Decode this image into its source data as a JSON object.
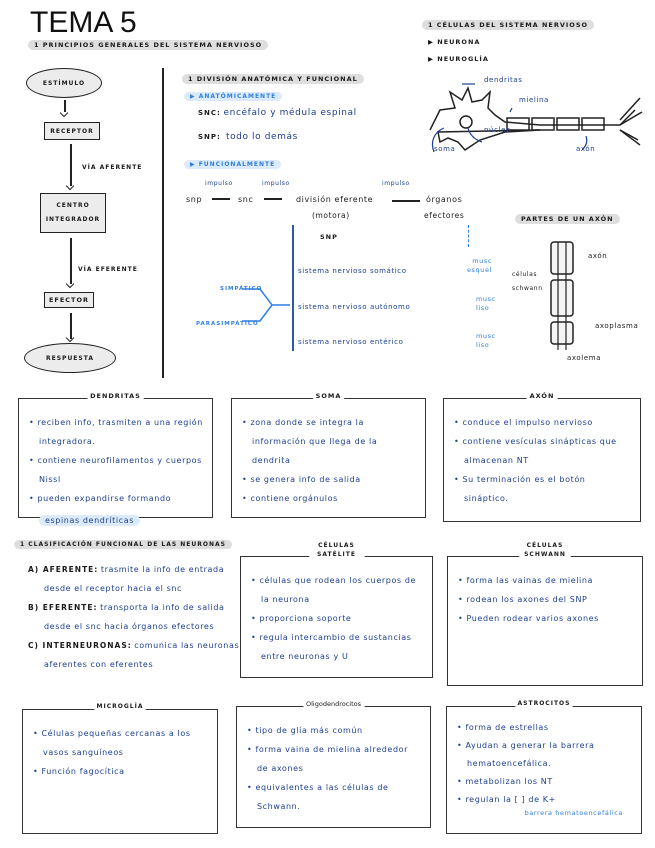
{
  "title": "TEMA 5",
  "principios": {
    "heading": "1 Principios generales del sistema nervioso",
    "flow": {
      "nodes": [
        "Estímulo",
        "Receptor",
        "Centro integrador",
        "Efector",
        "Respuesta"
      ],
      "via_aferente": "Vía aferente",
      "via_eferente": "Vía eferente"
    }
  },
  "celulas": {
    "heading": "1 Células del sistema nervioso",
    "items": [
      "Neurona",
      "Neuroglía"
    ],
    "neuron_labels": {
      "dendritas": "Dendritas",
      "mielina": "Mielina",
      "nucleo": "Núcleo",
      "soma": "Soma",
      "axon": "Axón"
    }
  },
  "division": {
    "heading": "1 División anatómica y funcional",
    "anatomicamente": {
      "label": "Anatómicamente",
      "snc_key": "SNC:",
      "snc_val": "encéfalo y médula espinal",
      "snp_key": "SNP:",
      "snp_val": "Todo lo demás"
    },
    "funcionalmente": {
      "label": "Funcionalmente",
      "impulso": "impulso",
      "chain": [
        "SNP",
        "SNC",
        "División eferente",
        "Órganos"
      ],
      "motora": "(motora)",
      "efectores": "efectores",
      "snp": "SNP",
      "systems": [
        {
          "name": "Sistema nervioso somático",
          "target": "musc esquel"
        },
        {
          "name": "Sistema nervioso autónomo",
          "target": "musc liso"
        },
        {
          "name": "Sistema nervioso entérico",
          "target": "musc liso"
        }
      ],
      "simpatico": "Simpático",
      "parasimpatico": "Parasimpático"
    }
  },
  "axon_parts": {
    "heading": "Partes de un axón",
    "labels": {
      "axon": "Axón",
      "celulas_schwann": "células Schwann",
      "axoplasma": "Axoplasma",
      "axolema": "Axolema"
    }
  },
  "boxes_row1": [
    {
      "title": "Dendritas",
      "items": [
        "reciben info, trasmiten a una región integradora.",
        "contiene neurofilamentos y cuerpos Nissl",
        "pueden expandirse formando"
      ],
      "highlight": "espinas dendríticas"
    },
    {
      "title": "Soma",
      "items": [
        "zona donde se integra la información que llega de la dendrita",
        "se genera info de salida",
        "contiene orgánulos"
      ]
    },
    {
      "title": "Axón",
      "items": [
        "conduce el impulso nervioso",
        "contiene vesículas sinápticas que almacenan NT",
        "Su terminación es el botón sináptico."
      ]
    }
  ],
  "clasificacion": {
    "heading": "1 Clasificación funcional de las neuronas",
    "items": [
      {
        "key": "a) Aferente:",
        "text": "trasmite la info de entrada desde el receptor hacia el SNC"
      },
      {
        "key": "b) Eferente:",
        "text": "transporta la info de salida desde el SNC hacia órganos efectores"
      },
      {
        "key": "c) Interneuronas:",
        "text": "comunica las neuronas aferentes con eferentes"
      }
    ]
  },
  "boxes_row2": [
    {
      "title": "Células satélite",
      "items": [
        "células que rodean los cuerpos de la neurona",
        "proporciona soporte",
        "regula intercambio de sustancias entre neuronas y U"
      ]
    },
    {
      "title": "Células Schwann",
      "items": [
        "forma las vainas de mielina",
        "rodean los axones del SNP",
        "Pueden rodear varios axones"
      ]
    }
  ],
  "boxes_row3": [
    {
      "title": "Microglía",
      "items": [
        "Células pequeñas cercanas a los vasos sanguíneos",
        "Función fagocítica"
      ]
    },
    {
      "title": "Oligodendrocitos",
      "items": [
        "tipo de glía más común",
        "forma vaina de mielina alrededor de axones",
        "equivalentes a las células de Schwann."
      ]
    },
    {
      "title": "Astrocitos",
      "items": [
        "forma de estrellas",
        "Ayudan a generar la barrera hematoencefálica.",
        "metabolizan los NT",
        "regulan la [ ] de K+"
      ],
      "note": "barrera hematoencefálica"
    }
  ]
}
